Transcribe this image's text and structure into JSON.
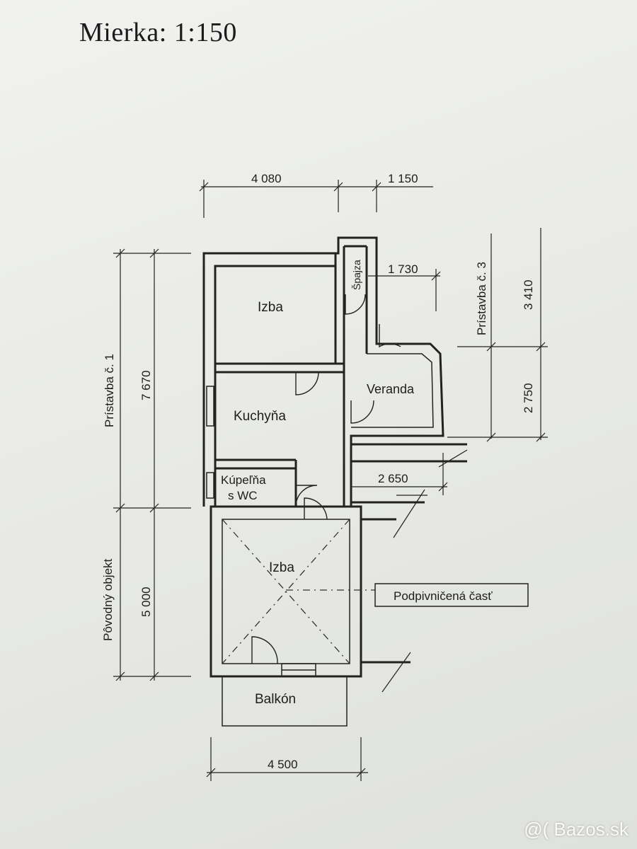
{
  "scale_label": "Mierka: 1:150",
  "rooms": {
    "izba_top": "Izba",
    "spajza": "Špajza",
    "kuchyna": "Kuchyňa",
    "veranda": "Veranda",
    "kupelna_line1": "Kúpeľňa",
    "kupelna_line2": "s WC",
    "izba_bottom": "Izba",
    "balkon": "Balkón"
  },
  "dimensions": {
    "top_left": "4 080",
    "top_right": "1 150",
    "spajza_width": "1 730",
    "right_upper": "3 410",
    "right_lower": "2 750",
    "left_upper": "7 670",
    "left_lower": "5 000",
    "middle": "2 650",
    "bottom": "4 500"
  },
  "side_labels": {
    "pristavba_1": "Prístavba č. 1",
    "pristavba_3": "Prístavba č. 3",
    "povodny_objekt": "Pôvodný objekt"
  },
  "callout": "Podpivničená časť",
  "watermark": "@( Bazos.sk"
}
